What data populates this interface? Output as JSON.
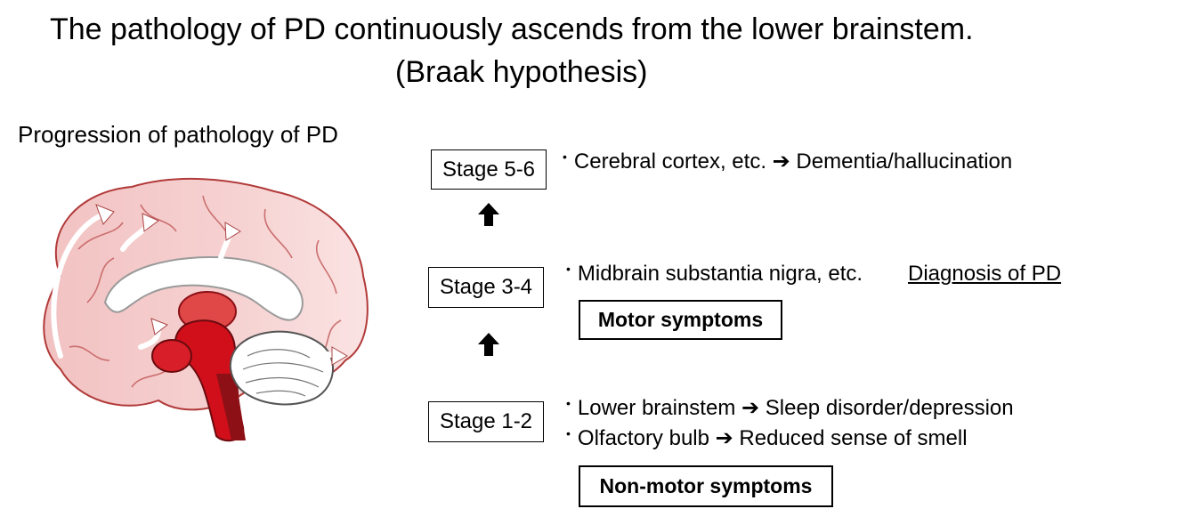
{
  "title": {
    "line1": "The pathology of PD continuously ascends from the lower brainstem.",
    "line2": "(Braak hypothesis)"
  },
  "subtitle": "Progression of pathology of PD",
  "stages": [
    {
      "label": "Stage 5-6",
      "bullets": [
        "Cerebral cortex, etc. ➔ Dementia/hallucination"
      ]
    },
    {
      "label": "Stage 3-4",
      "bullets": [
        "Midbrain substantia nigra, etc."
      ],
      "diagnosis": "Diagnosis of PD",
      "symptom_box": "Motor symptoms"
    },
    {
      "label": "Stage 1-2",
      "bullets": [
        "Lower brainstem ➔ Sleep disorder/depression",
        "Olfactory bulb ➔ Reduced sense of smell"
      ],
      "symptom_box": "Non-motor symptoms"
    }
  ],
  "icons": [
    "brain-illustration",
    "up-arrow-icon"
  ],
  "colors": {
    "brain_light": "#f3c6c6",
    "brain_mid": "#e88a8a",
    "brainstem_red": "#d10f1a",
    "brainstem_dark": "#8c1016",
    "cerebellum": "#ffffff"
  }
}
